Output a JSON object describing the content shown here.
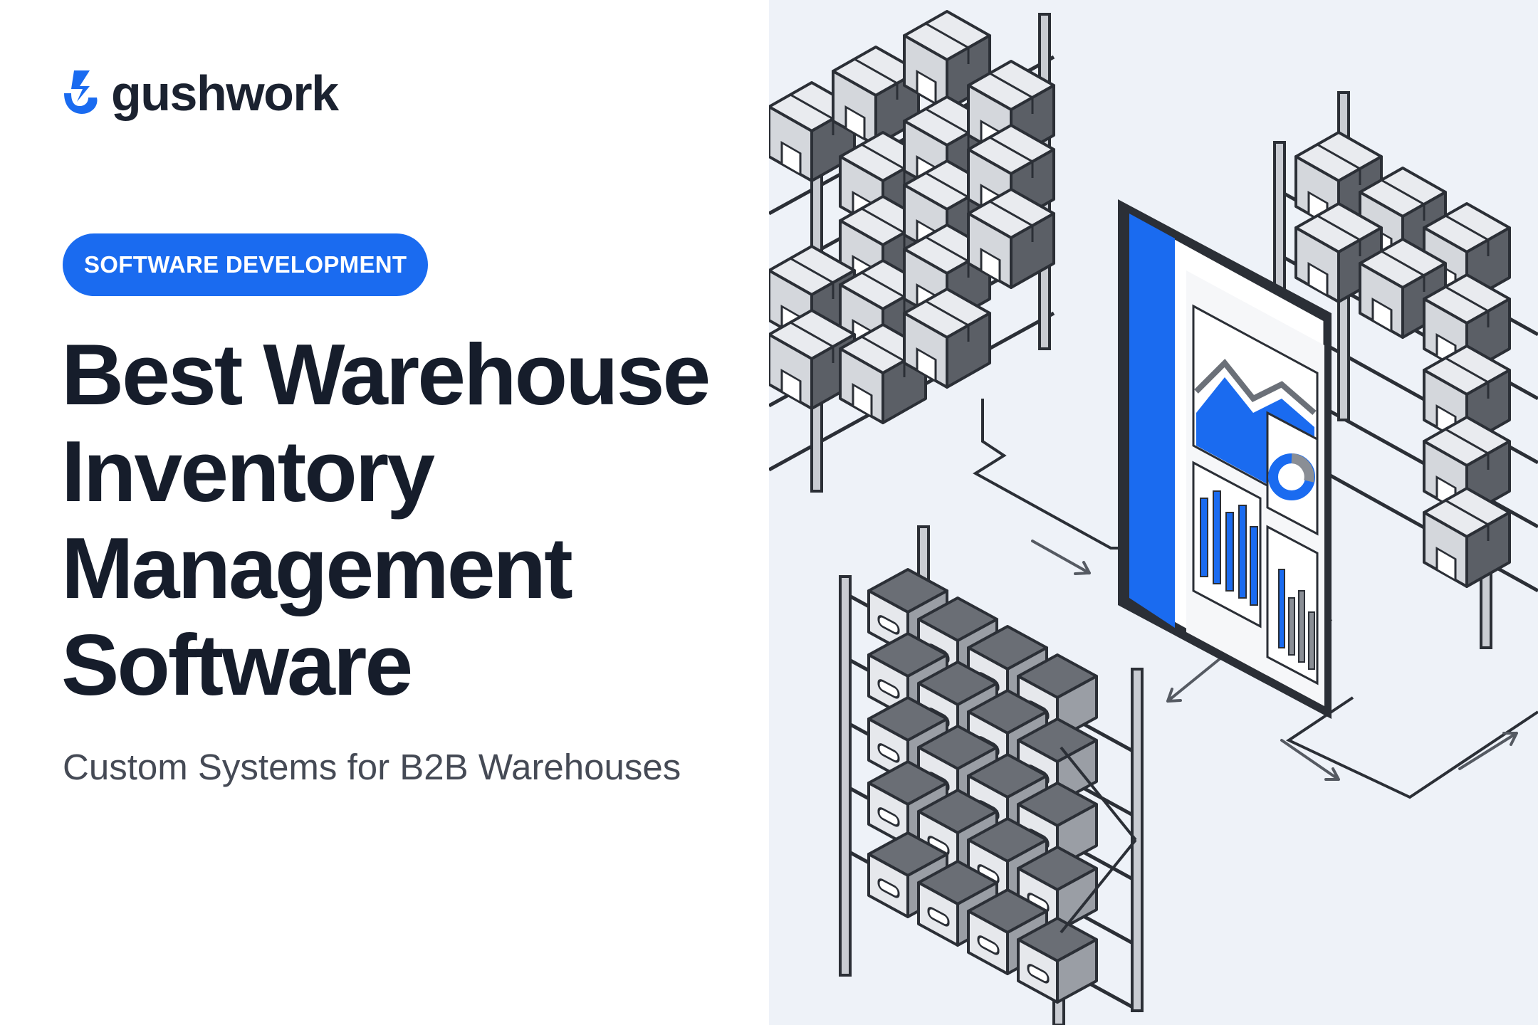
{
  "brand": {
    "name": "gushwork",
    "accent_color": "#1a6bf0",
    "logo_icon": "gushwork-logo-icon"
  },
  "hero": {
    "category_badge": "SOFTWARE DEVELOPMENT",
    "headline_lines": [
      "Best Warehouse",
      "Inventory",
      "Management",
      "Software"
    ],
    "subtitle": "Custom Systems for B2B Warehouses"
  },
  "illustration": {
    "subject": "warehouse-shelves-and-dashboard-tablet-illustration",
    "colors": {
      "background": "#eef2f8",
      "outline": "#2b2f36",
      "box_light": "#e9ebef",
      "box_mid": "#c9ccd2",
      "box_dark": "#5b5f66",
      "accent": "#1a6bf0"
    }
  }
}
